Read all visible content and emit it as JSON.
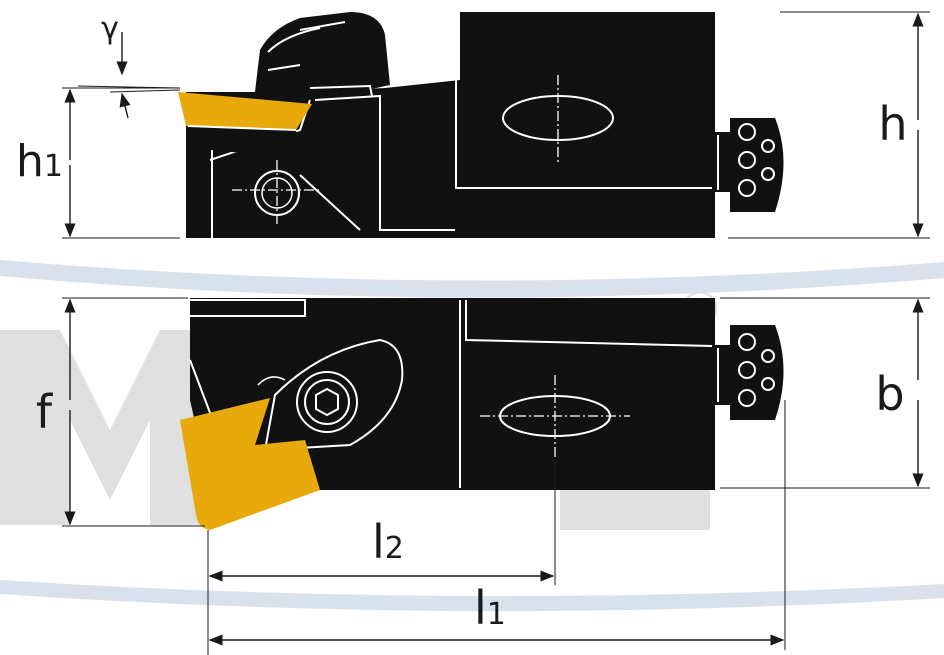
{
  "labels": {
    "gamma": "γ",
    "h1_main": "h",
    "h1_sub": "1",
    "h": "h",
    "f": "f",
    "b": "b",
    "l2_main": "l",
    "l2_sub": "2",
    "l1_main": "l",
    "l1_sub": "1",
    "registered_mark": "®"
  },
  "colors": {
    "body": "#111111",
    "insert": "#e8a90c",
    "watermark": "#b9c9dc",
    "watermark_light": "#c6c6c6",
    "line": "#1a1a1a"
  }
}
